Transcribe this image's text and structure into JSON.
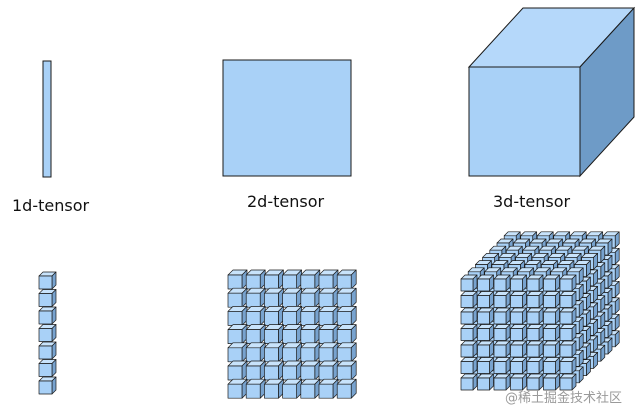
{
  "labels": {
    "one_d": "1d-tensor",
    "two_d": "2d-tensor",
    "three_d": "3d-tensor"
  },
  "watermark": "@稀土掘金技术社区",
  "grid": {
    "one_d_cells": 7,
    "two_d_rows": 7,
    "two_d_cols": 7,
    "three_d_size": 7
  },
  "colors": {
    "fill": "#a9d1f7",
    "side": "#78a3cf",
    "top": "#c8e3fb",
    "stroke": "#1a1a1a",
    "cube_front": "#a9d1f7",
    "cube_top": "#b5d8fa",
    "cube_side": "#6e9bc7"
  }
}
